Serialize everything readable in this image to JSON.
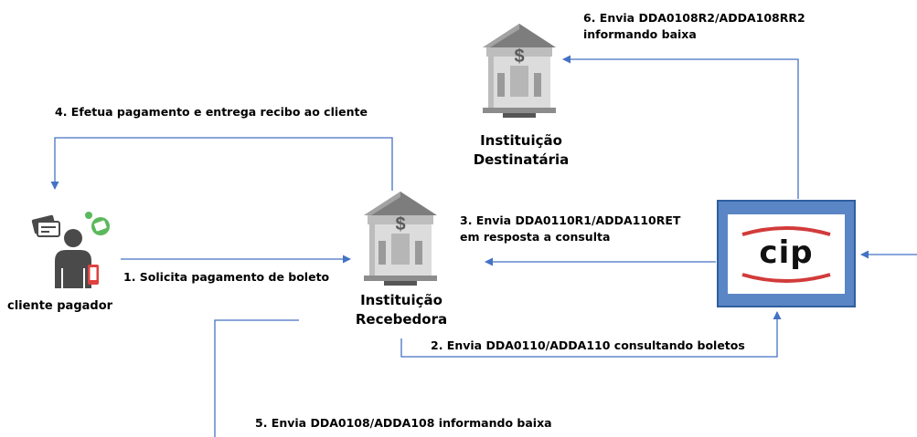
{
  "entities": {
    "payer_label": "cliente pagador",
    "receiver_line1": "Instituição",
    "receiver_line2": "Recebedora",
    "dest_line1": "Instituição",
    "dest_line2": "Destinatária",
    "cip_logo": "cip"
  },
  "steps": {
    "s1": "1. Solicita pagamento de boleto",
    "s2": "2. Envia DDA0110/ADDA110 consultando boletos",
    "s3_line1": "3. Envia DDA0110R1/ADDA110RET",
    "s3_line2": "em resposta a consulta",
    "s4": "4. Efetua pagamento e entrega recibo ao cliente",
    "s5": "5. Envia DDA0108/ADDA108 informando baixa",
    "s6_line1": "6. Envia DDA0108R2/ADDA108RR2",
    "s6_line2": "informando baixa"
  },
  "colors": {
    "arrow": "#4472c4",
    "bank_roof": "#7d7d7d",
    "bank_wall": "#dcdcdc",
    "cip_frame": "#5b86c5",
    "cip_red": "#d23b3b",
    "money_green": "#5cb85c",
    "phone_red": "#e04040"
  }
}
